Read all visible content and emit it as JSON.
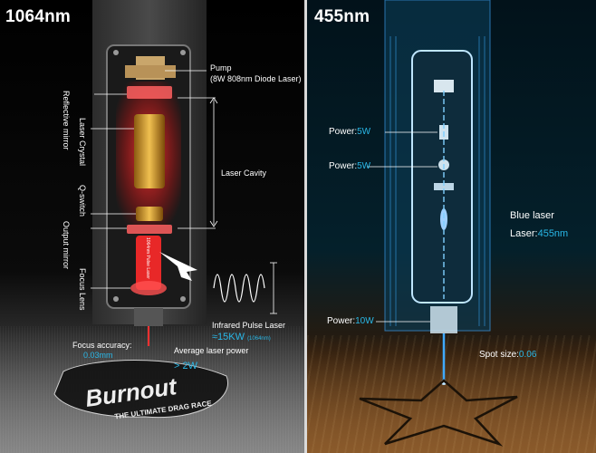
{
  "left": {
    "wavelength": "1064nm",
    "pump_label": "Pump",
    "pump_sub": "(8W 808nm Diode Laser)",
    "reflective_mirror": "Reflective mirror",
    "laser_crystal": "Laser Crystal",
    "laser_cavity": "Laser Cavity",
    "q_switch": "Q-switch",
    "output_mirror": "Output mirror",
    "focus_lens": "Focus Lens",
    "pulse_tube_text": "1064nm Pulse Laser",
    "infrared_label": "Infrared Pulse Laser",
    "peak_power": "≈15KW",
    "peak_unit": "(1064nm)",
    "focus_accuracy_label": "Focus accuracy:",
    "focus_accuracy_value": "0.03mm",
    "avg_power_label": "Average laser power",
    "avg_power_value": "> 2W",
    "engraving_text": "Burnout",
    "engraving_sub": "THE ULTIMATE DRAG RACE"
  },
  "right": {
    "wavelength": "455nm",
    "power1_label": "Power:",
    "power1_value": "5W",
    "power2_label": "Power:",
    "power2_value": "5W",
    "blue_laser_label": "Blue laser",
    "laser_label": "Laser:",
    "laser_value": "455nm",
    "power3_label": "Power:",
    "power3_value": "10W",
    "spot_size_label": "Spot size:",
    "spot_size_value": "0.06"
  },
  "colors": {
    "accent_cyan": "#29b8e8",
    "red_laser": "#ff2a2a",
    "blue_laser": "#3fa9ff",
    "divider": "#d9d9d9"
  }
}
